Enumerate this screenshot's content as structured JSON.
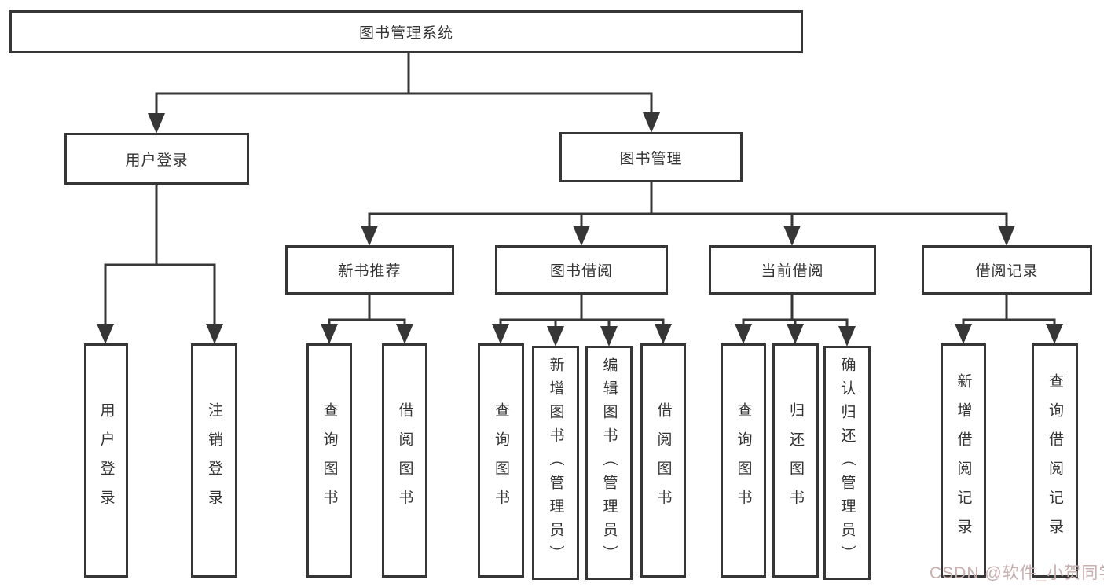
{
  "tree": {
    "label": "图书管理系统",
    "children": [
      {
        "label": "用户登录",
        "children": [
          {
            "label": "用户登录"
          },
          {
            "label": "注销登录"
          }
        ]
      },
      {
        "label": "图书管理",
        "children": [
          {
            "label": "新书推荐",
            "children": [
              {
                "label": "查询图书"
              },
              {
                "label": "借阅图书"
              }
            ]
          },
          {
            "label": "图书借阅",
            "children": [
              {
                "label": "查询图书"
              },
              {
                "label": "新增图书（管理员）"
              },
              {
                "label": "编辑图书（管理员）"
              },
              {
                "label": "借阅图书"
              }
            ]
          },
          {
            "label": "当前借阅",
            "children": [
              {
                "label": "查询图书"
              },
              {
                "label": "归还图书"
              },
              {
                "label": "确认归还（管理员）"
              }
            ]
          },
          {
            "label": "借阅记录",
            "children": [
              {
                "label": "新增借阅记录"
              },
              {
                "label": "查询借阅记录"
              }
            ]
          }
        ]
      }
    ]
  },
  "watermark": {
    "text": "CSDN @软件_小贺同学"
  },
  "colors": {
    "line": "#363636",
    "text": "#333333",
    "box_background": "#ffffff",
    "page_background": "#ffffff",
    "watermark": "#c9aeae"
  }
}
